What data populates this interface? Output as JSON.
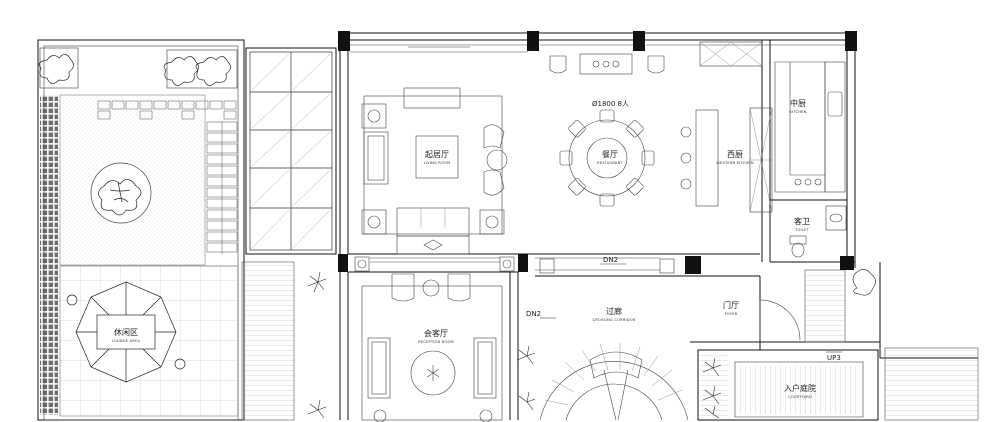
{
  "rooms": {
    "living": {
      "cn": "起居厅",
      "en": "LIVING ROOM"
    },
    "restaurant": {
      "cn": "餐厅",
      "en": "RESTAURANT"
    },
    "table_spec": "Ø1800  8人",
    "western_kitchen": {
      "cn": "西厨",
      "en": "WESTERN KITCHEN"
    },
    "kitchen": {
      "cn": "中厨",
      "en": "KITCHEN"
    },
    "toilet": {
      "cn": "客卫",
      "en": "TOILET"
    },
    "lounge": {
      "cn": "休闲区",
      "en": "LOUNGE AREA"
    },
    "reception": {
      "cn": "会客厅",
      "en": "RECEPTION ROOM"
    },
    "corridor": {
      "cn": "过廊",
      "en": "CROSSING CORRIDOR"
    },
    "foyer": {
      "cn": "门厅",
      "en": "FOYER"
    },
    "courtyard": {
      "cn": "入户庭院",
      "en": "COURTYARD"
    }
  },
  "levels": {
    "dn2_right": "DN2",
    "dn2_left": "DN2",
    "up3": "UP3"
  },
  "colors": {
    "line": "#111111",
    "fine": "#444444",
    "hatch": "#777777",
    "paper": "#ffffff"
  }
}
